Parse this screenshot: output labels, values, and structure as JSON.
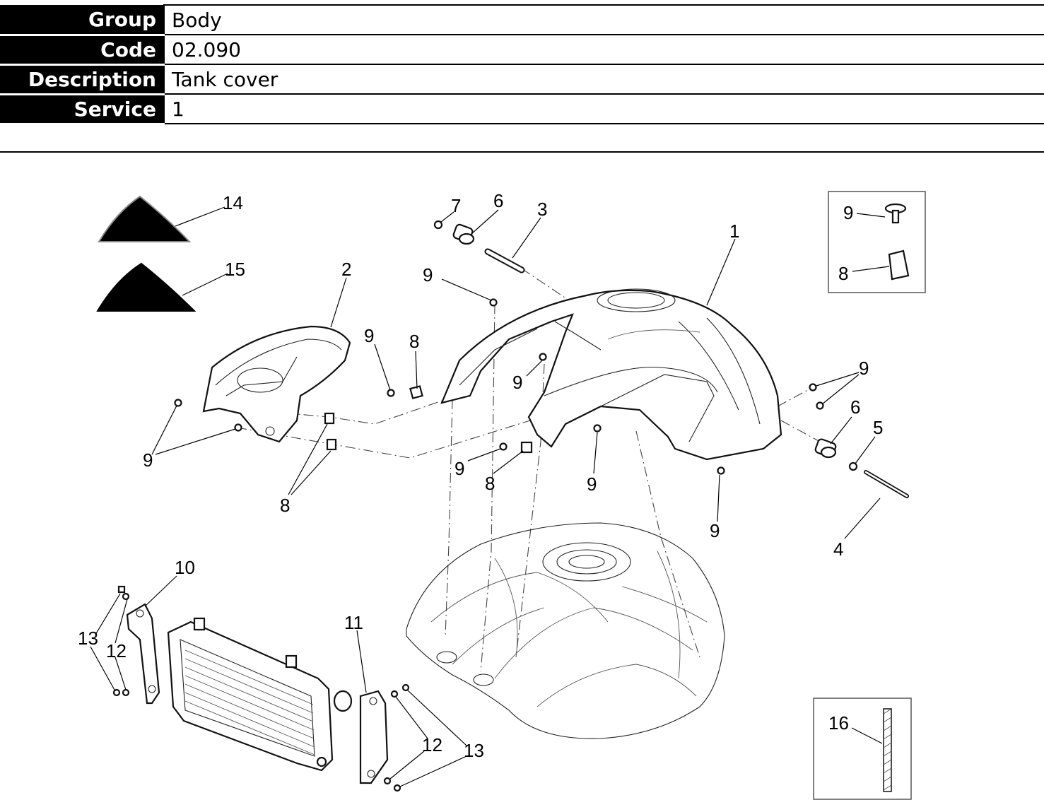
{
  "header_table": {
    "rows": [
      {
        "label": "Group",
        "value": "Body"
      },
      {
        "label": "Code",
        "value": "02.090"
      },
      {
        "label": "Description",
        "value": "Tank cover"
      },
      {
        "label": "Service",
        "value": "1"
      }
    ]
  },
  "callouts": {
    "tank_cover": "1",
    "rear_cover": "2",
    "pin": "3",
    "long_bolt": "4",
    "washer": "5",
    "grommet_top": "6",
    "grommet_right": "6",
    "small_nut": "7",
    "clip_center": "8",
    "clip_left": "8",
    "clip_lower": "8",
    "clip_inset": "8",
    "screw_9_a": "9",
    "screw_9_b": "9",
    "screw_9_c": "9",
    "screw_9_d": "9",
    "screw_9_e": "9",
    "screw_9_f": "9",
    "screw_9_g": "9",
    "screw_9_h": "9",
    "screw_inset": "9",
    "bracket_left": "10",
    "bracket_right": "11",
    "washer_left": "12",
    "washer_right": "12",
    "screw_left": "13",
    "screw_right": "13",
    "decal_top": "14",
    "decal_bottom": "15",
    "tape_strip": "16"
  }
}
